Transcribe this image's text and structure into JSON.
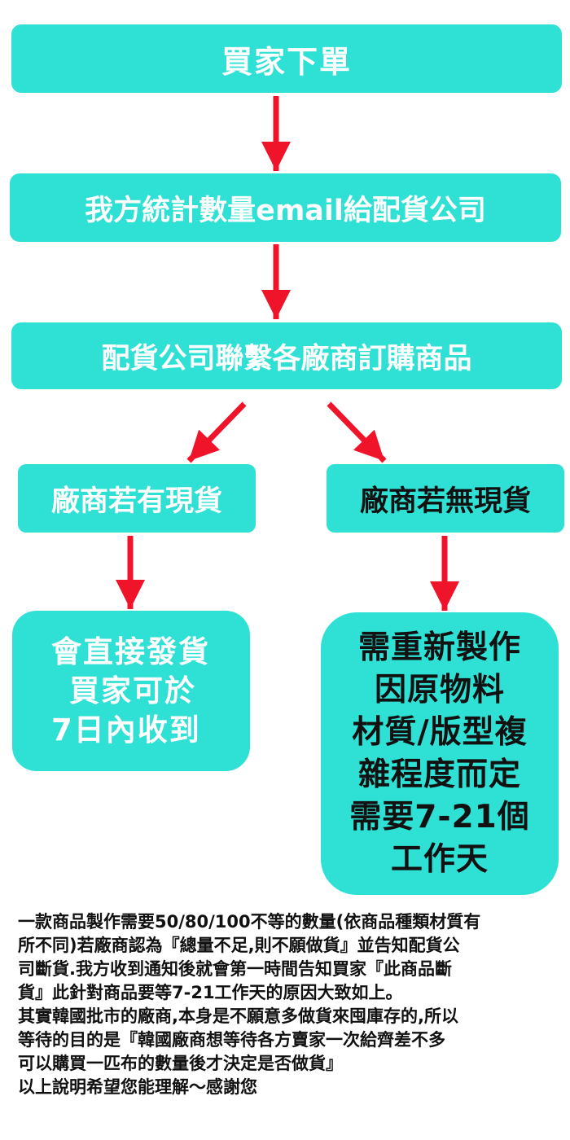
{
  "flow": {
    "step1": "買家下單",
    "step2": "我方統計數量email給配貨公司",
    "step3": "配貨公司聯繫各廠商訂購商品",
    "branch_left": "廠商若有現貨",
    "branch_right": "廠商若無現貨",
    "result_left": [
      "會直接發貨",
      "買家可於",
      "7日內收到"
    ],
    "result_right": [
      "需重新製作",
      "因原物料",
      "材質/版型複",
      "雜程度而定",
      "需要7-21個",
      "工作天"
    ]
  },
  "note_lines": [
    "一款商品製作需要50/80/100不等的數量(依商品種類材質有",
    "所不同)若廠商認為『總量不足,則不願做貨』並告知配貨公",
    "司斷貨.我方收到通知後就會第一時間告知買家『此商品斷",
    "貨』此針對商品要等7-21工作天的原因大致如上。",
    "其實韓國批市的廠商,本身是不願意多做貨來囤庫存的,所以",
    "等待的目的是『韓國廠商想等待各方賣家一次給齊差不多",
    "可以購買一匹布的數量後才決定是否做貨』",
    "以上說明希望您能理解～感謝您"
  ],
  "colors": {
    "box_fill": "#2fe0d4",
    "arrow": "#f0142a",
    "box_text_light": "#ffffff",
    "box_text_dark": "#111111"
  }
}
